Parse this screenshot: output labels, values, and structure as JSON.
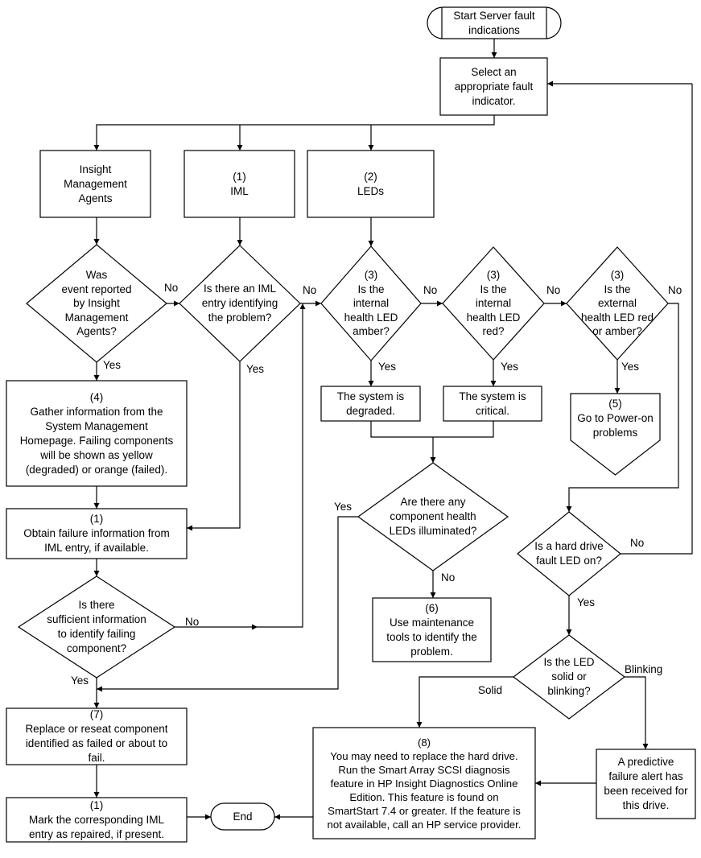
{
  "nodes": {
    "start": {
      "lines": [
        "Start Server fault",
        "indications"
      ]
    },
    "select": {
      "lines": [
        "Select an",
        "appropriate fault",
        "indicator."
      ]
    },
    "insight": {
      "lines": [
        "Insight",
        "Management",
        "Agents"
      ]
    },
    "iml": {
      "lines": [
        "(1)",
        "IML"
      ]
    },
    "leds": {
      "lines": [
        "(2)",
        "LEDs"
      ]
    },
    "d_event": {
      "lines": [
        "Was",
        "event reported",
        "by Insight",
        "Management",
        "Agents?"
      ]
    },
    "d_iml": {
      "lines": [
        "Is there an IML",
        "entry identifying",
        "the problem?"
      ]
    },
    "d_amber": {
      "lines": [
        "(3)",
        "Is the",
        "internal",
        "health LED",
        "amber?"
      ]
    },
    "d_red": {
      "lines": [
        "(3)",
        "Is the",
        "internal",
        "health LED",
        "red?"
      ]
    },
    "d_external": {
      "lines": [
        "(3)",
        "Is the",
        "external",
        "health LED red",
        "or amber?"
      ]
    },
    "gather": {
      "lines": [
        "(4)",
        "Gather information from the",
        "System Management",
        "Homepage. Failing components",
        "will be shown as yellow",
        "(degraded) or orange (failed)."
      ]
    },
    "degraded": {
      "lines": [
        "The system is",
        "degraded."
      ]
    },
    "critical": {
      "lines": [
        "The system is",
        "critical."
      ]
    },
    "poweron": {
      "lines": [
        "(5)",
        "Go to Power-on",
        "problems"
      ]
    },
    "obtain": {
      "lines": [
        "(1)",
        "Obtain failure information from",
        "IML entry, if available."
      ]
    },
    "d_component": {
      "lines": [
        "Are there any",
        "component health",
        "LEDs illuminated?"
      ]
    },
    "d_harddrive": {
      "lines": [
        "Is a hard drive",
        "fault LED on?"
      ]
    },
    "d_sufficient": {
      "lines": [
        "Is there",
        "sufficient information",
        "to identify failing",
        "component?"
      ]
    },
    "maint": {
      "lines": [
        "(6)",
        "Use maintenance",
        "tools to identify the",
        "problem."
      ]
    },
    "d_solid": {
      "lines": [
        "Is the LED",
        "solid or",
        "blinking?"
      ]
    },
    "replace": {
      "lines": [
        "(7)",
        "Replace or reseat component",
        "identified as failed or about to",
        "fail."
      ]
    },
    "replace_drive": {
      "lines": [
        "(8)",
        "You may need to replace the hard drive.",
        "Run the Smart Array SCSI diagnosis",
        "feature in HP Insight Diagnostics Online",
        "Edition. This feature is found on",
        "SmartStart 7.4 or greater. If the feature is",
        "not available, call an HP service provider."
      ]
    },
    "predictive": {
      "lines": [
        "A predictive",
        "failure alert has",
        "been received for",
        "this drive."
      ]
    },
    "mark": {
      "lines": [
        "(1)",
        "Mark the corresponding IML",
        "entry as repaired, if present."
      ]
    },
    "end": {
      "lines": [
        "End"
      ]
    }
  },
  "edge_labels": {
    "no": "No",
    "yes": "Yes",
    "solid": "Solid",
    "blinking": "Blinking"
  }
}
